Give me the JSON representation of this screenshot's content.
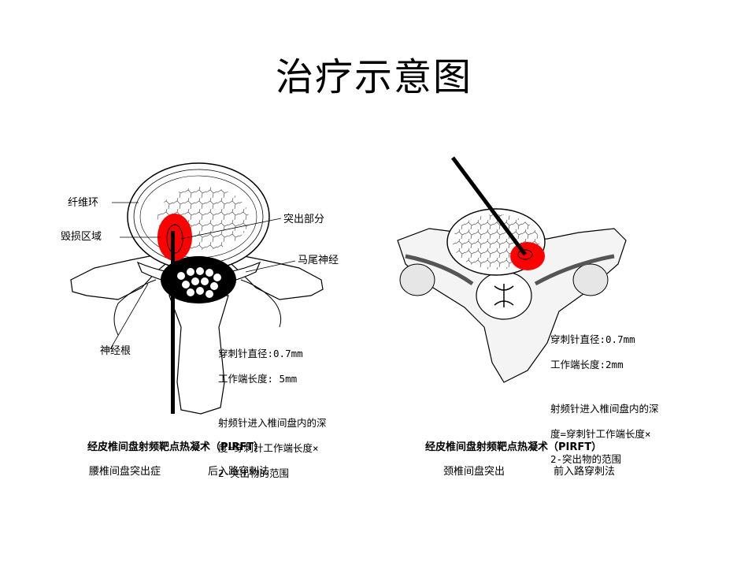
{
  "title": "治疗示意图",
  "left": {
    "labels": {
      "annulus": "纤维环",
      "ablation_zone": "毁损区域",
      "protrusion": "突出部分",
      "cauda_equina": "马尾神经",
      "nerve_root": "神经根"
    },
    "note_lines": [
      "穿刺针直径:0.7mm",
      "工作端长度: 5mm",
      "",
      "射频针进入椎间盘内的深",
      "度=穿刺针工作端长度×",
      "2-突出物的范围"
    ],
    "caption": "经皮椎间盘射频靶点热凝术（PIRFT）",
    "sub_left": "腰椎间盘突出症",
    "sub_right": "后入路穿刺法"
  },
  "right": {
    "note_lines": [
      "穿刺针直径:0.7mm",
      "工作端长度:2mm",
      "",
      "射频针进入椎间盘内的深",
      "度=穿刺针工作端长度×",
      "2-突出物的范围"
    ],
    "caption": "经皮椎间盘射频靶点热凝术（PIRFT）",
    "sub_left": "颈椎间盘突出",
    "sub_right": "前入路穿刺法"
  },
  "colors": {
    "ablation": "#ff0000",
    "needle": "#000000"
  }
}
